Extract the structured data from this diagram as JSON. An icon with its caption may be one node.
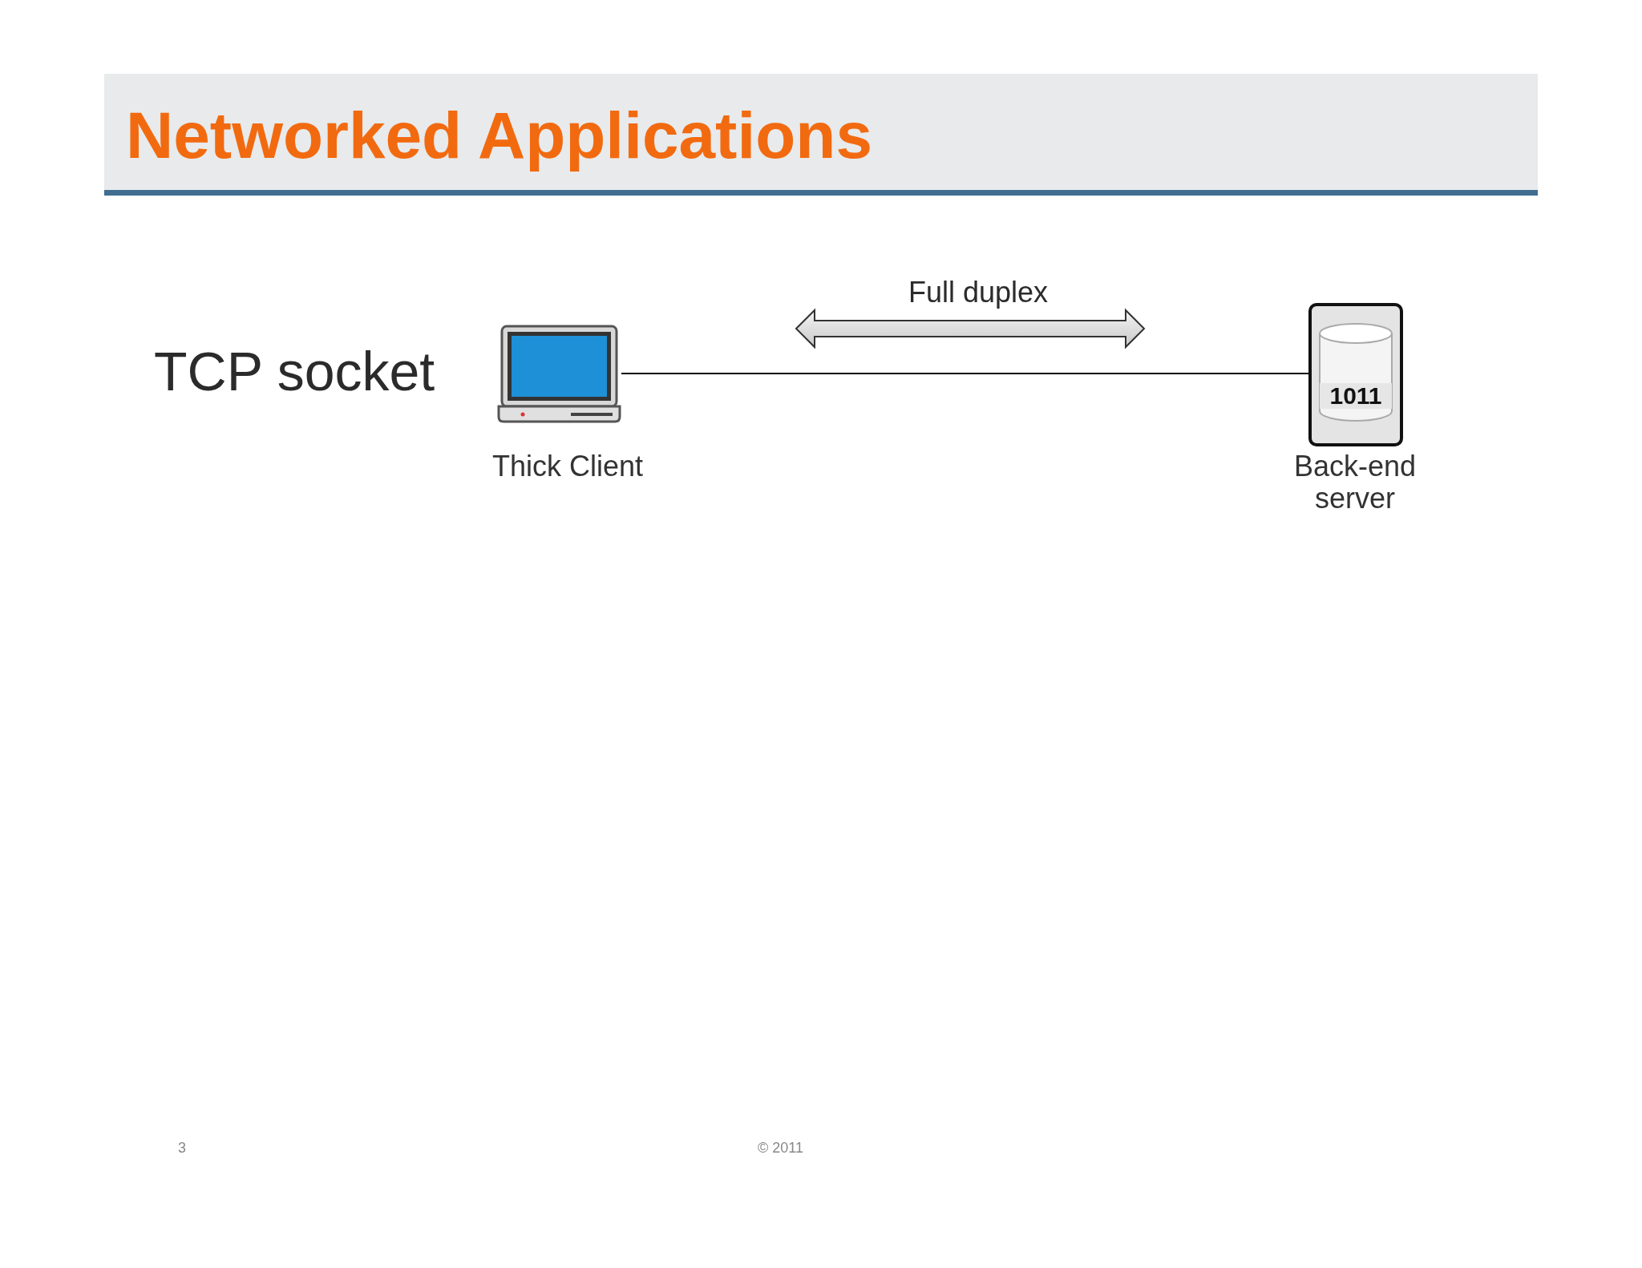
{
  "diagram": {
    "title": "Networked Applications",
    "nodes": [
      {
        "text": [],
        "shape": "picture",
        "beside": [
          "Thick Client"
        ]
      },
      {
        "text": [
          "1011"
        ],
        "beside": [
          "Back-end server"
        ]
      }
    ],
    "edges": [
      {
        "from": 0,
        "to": 1,
        "arrow": "none"
      }
    ],
    "labels": [
      "TCP socket",
      "Full duplex",
      "3",
      "© 2011"
    ]
  }
}
